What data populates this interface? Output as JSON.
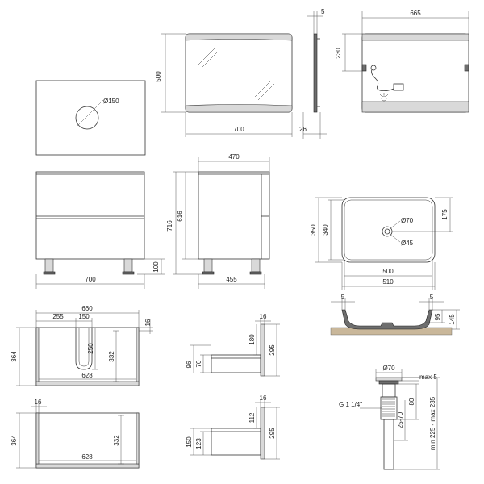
{
  "colors": {
    "line": "#333333",
    "fill_light": "#d9d9d9",
    "fill_dark": "#6e6e6e",
    "floor": "#c9b79a"
  },
  "icons": {
    "light_bulb": "bulb-icon",
    "mirror_glare": "glare-icon"
  },
  "drain_hole": {
    "label": "Ø150"
  },
  "mirror_front": {
    "height": "500",
    "width": "700"
  },
  "mirror_side": {
    "thickness": "5",
    "depth": "26"
  },
  "mirror_back": {
    "width": "665",
    "height": "230"
  },
  "cabinet_front": {
    "width": "700",
    "leg_height": "100"
  },
  "cabinet_side": {
    "top_depth": "470",
    "height_total": "716",
    "height_body": "616",
    "base_depth": "455"
  },
  "sink_top": {
    "outer_label": "350",
    "inner_label": "340",
    "overflow": "Ø70",
    "drain": "Ø45",
    "offset": "175",
    "inner_width": "500",
    "outer_width": "510"
  },
  "sink_section": {
    "rim_left": "5",
    "rim_right": "5",
    "depth_inner": "95",
    "depth_outer": "145"
  },
  "cabinet_top_upper": {
    "outer_width": "660",
    "left_offset": "255",
    "cutout": "150",
    "wall": "16",
    "depth": "364",
    "cutout_depth": "250",
    "inner_depth": "332",
    "inner_width": "628"
  },
  "drawer_side_upper": {
    "wall": "16",
    "upper": "180",
    "lower": "70",
    "small": "96",
    "total": "295"
  },
  "cabinet_top_lower": {
    "wall": "16",
    "depth": "364",
    "inner_depth": "332",
    "inner_width": "628"
  },
  "drawer_side_lower": {
    "wall": "16",
    "upper": "112",
    "left": "150",
    "lower": "123",
    "total": "295"
  },
  "siphon": {
    "top": "Ø70",
    "cap": "max 5",
    "thread": "G 1 1/4\"",
    "max_height": "80",
    "range": "25-70",
    "total": "min 225 - max 235"
  }
}
